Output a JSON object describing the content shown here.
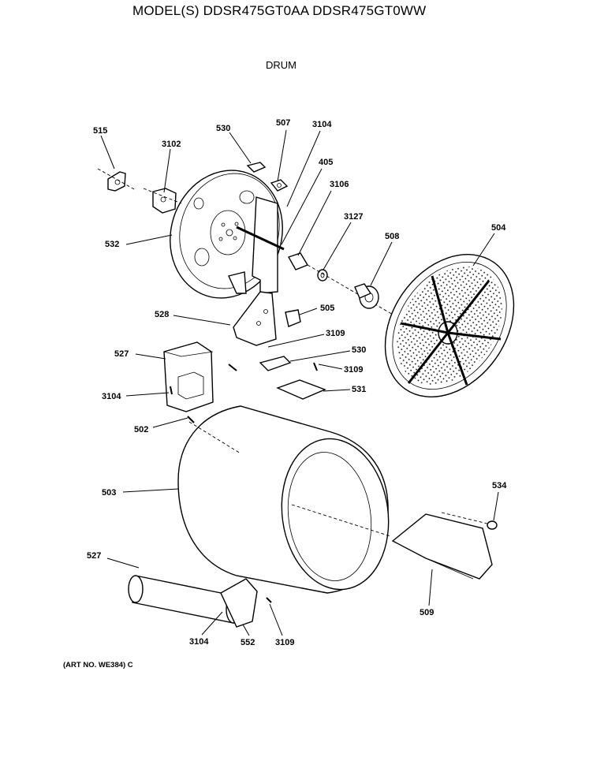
{
  "header": {
    "title": "MODEL(S) DDSR475GT0AA  DDSR475GT0WW",
    "section": "DRUM"
  },
  "footer": {
    "art_no": "(ART NO. WE384) C"
  },
  "callouts": {
    "c515": "515",
    "c3102": "3102",
    "c530a": "530",
    "c507": "507",
    "c3104a": "3104",
    "c405": "405",
    "c3106": "3106",
    "c3127": "3127",
    "c508": "508",
    "c504": "504",
    "c532": "532",
    "c505": "505",
    "c528": "528",
    "c3109a": "3109",
    "c527a": "527",
    "c530b": "530",
    "c3109b": "3109",
    "c531": "531",
    "c3104b": "3104",
    "c502": "502",
    "c503": "503",
    "c534": "534",
    "c527b": "527",
    "c509": "509",
    "c3104c": "3104",
    "c552": "552",
    "c3109c": "3109"
  }
}
